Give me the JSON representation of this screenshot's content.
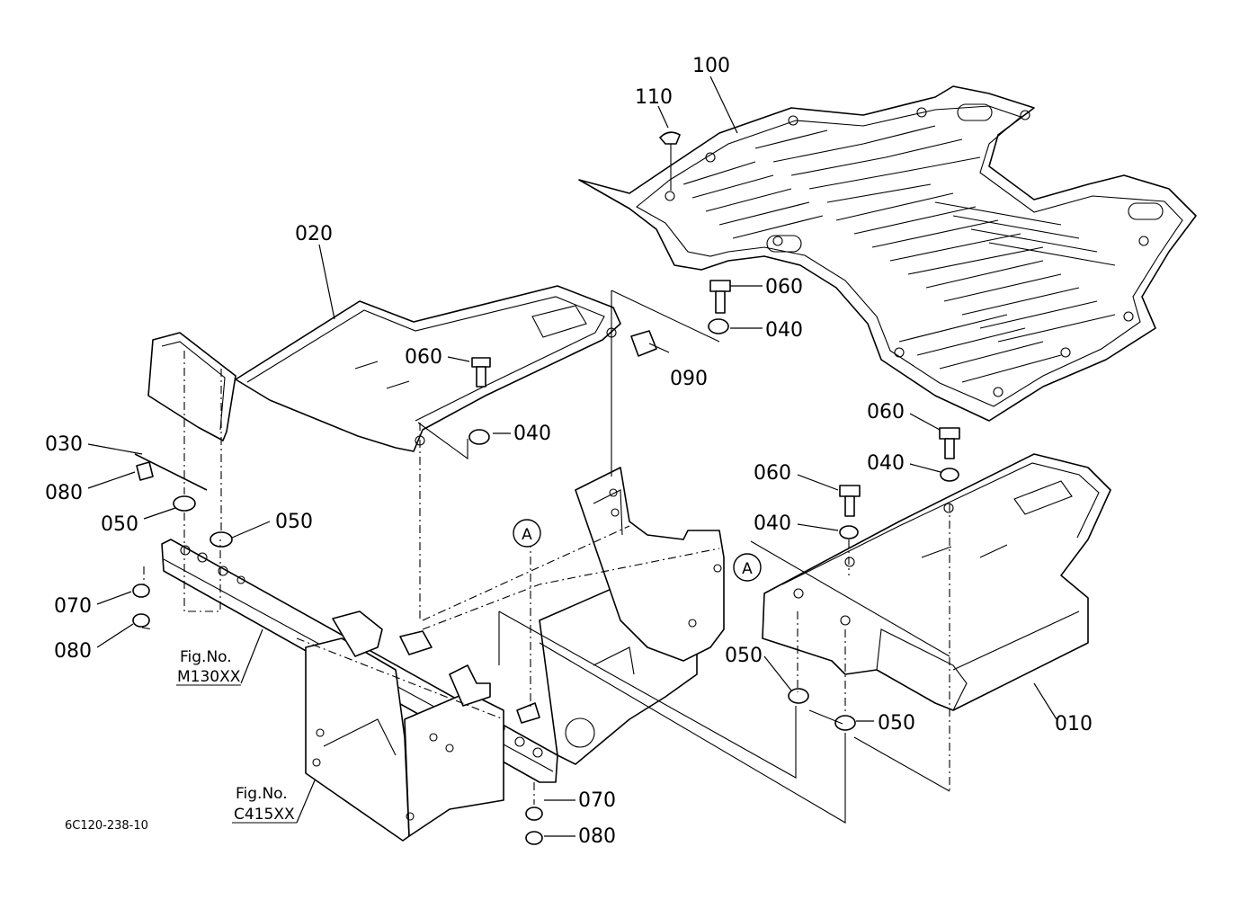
{
  "callouts": {
    "c100": "100",
    "c110": "110",
    "c020": "020",
    "c060a": "060",
    "c040a": "040",
    "c060b": "060",
    "c090": "090",
    "c040b": "040",
    "c030": "030",
    "c080a": "080",
    "c050a": "050",
    "c050b": "050",
    "c070a": "070",
    "c080b": "080",
    "c060c": "060",
    "c040c": "040",
    "c060d": "060",
    "c040d": "040",
    "c050c": "050",
    "c050d": "050",
    "c010": "010",
    "c070b": "070",
    "c080c": "080"
  },
  "markers": {
    "a1": "A",
    "a2": "A"
  },
  "references": {
    "fig1_prefix": "Fig.No.",
    "fig1_code": "M130XX",
    "fig2_prefix": "Fig.No.",
    "fig2_code": "C415XX"
  },
  "drawing_id": "6C120-238-10"
}
